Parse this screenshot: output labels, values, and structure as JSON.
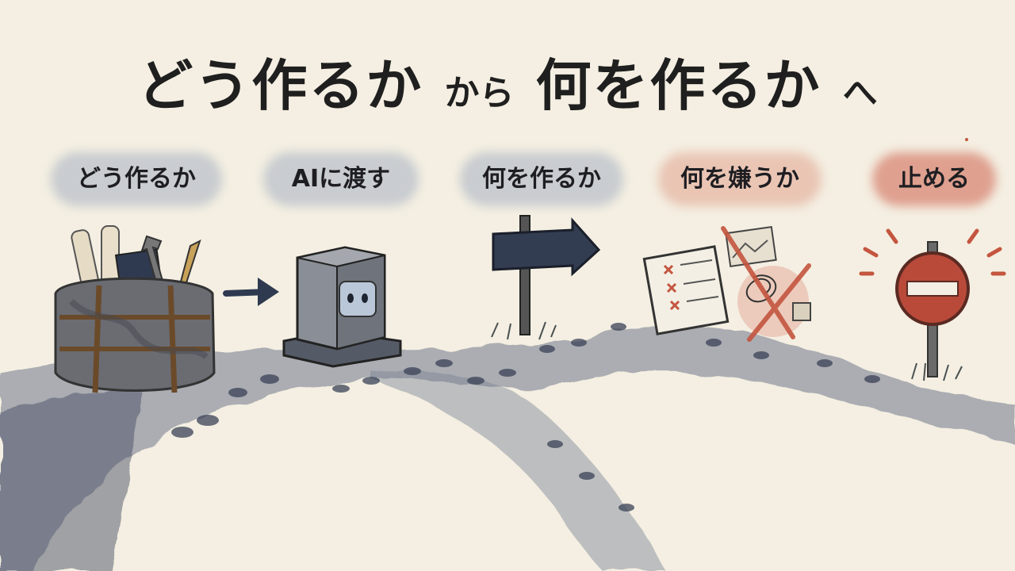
{
  "title": {
    "part1": "どう作るか",
    "part2": "から",
    "part3": "何を作るか",
    "part4": "へ"
  },
  "steps": [
    {
      "label": "どう作るか",
      "icon": "toolbag-icon"
    },
    {
      "label": "AIに渡す",
      "icon": "ai-box-icon"
    },
    {
      "label": "何を作るか",
      "icon": "signpost-arrow-icon"
    },
    {
      "label": "何を嫌うか",
      "icon": "rejected-checklist-icon"
    },
    {
      "label": "止める",
      "icon": "stop-sign-icon"
    }
  ],
  "colors": {
    "ink": "#1f1f1f",
    "road": "#5e6473",
    "navy": "#2f3a50",
    "red": "#c4553f",
    "paper": "#f4efe2"
  }
}
